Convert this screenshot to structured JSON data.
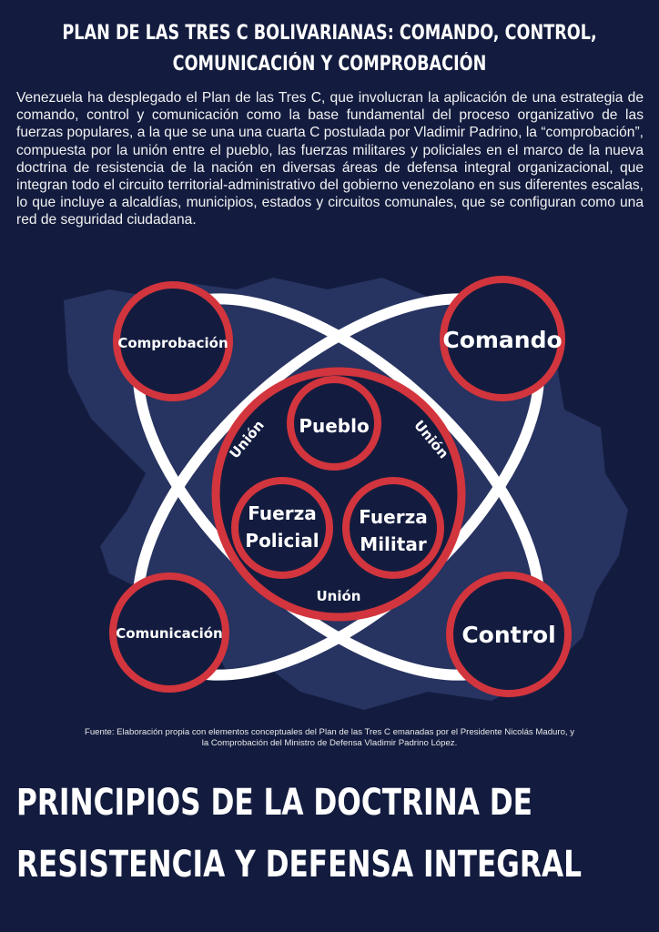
{
  "header": {
    "title_line1": "PLAN DE LAS TRES C BOLIVARIANAS: COMANDO, CONTROL,",
    "title_line2": "COMUNICACIÓN Y COMPROBACIÓN"
  },
  "intro": "Venezuela ha desplegado el Plan de las Tres C, que involucran la aplicación de una estrategia de comando, control y comunicación como la base fundamental del proceso organizativo de las fuerzas populares, a la que se una una cuarta C postulada por Vladimir Padrino, la “comprobación”, compuesta por la unión entre el pueblo, las fuerzas militares y policiales en el marco de la nueva doctrina de resistencia de la nación en diversas áreas de defensa integral organizacional, que integran todo el circuito territorial-administrativo del gobierno venezolano en sus diferentes escalas, lo que incluye a alcaldías, municipios, estados y circuitos comunales, que se configuran como una red de seguridad ciudadana.",
  "diagram": {
    "outer": {
      "comprobacion": "Comprobación",
      "comando": "Comando",
      "comunicacion": "Comunicación",
      "control": "Control"
    },
    "inner": {
      "pueblo": "Pueblo",
      "policial_1": "Fuerza",
      "policial_2": "Policial",
      "militar_1": "Fuerza",
      "militar_2": "Militar"
    },
    "union": "Unión"
  },
  "source_line1": "Fuente: Elaboración propia con elementos conceptuales del Plan de las Tres C emanadas por el Presidente Nicolás Maduro, y",
  "source_line2": "la Comprobación del Ministro de Defensa Vladimir Padrino López.",
  "section": {
    "line1": "PRINCIPIOS DE LA DOCTRINA DE",
    "line2": "RESISTENCIA Y DEFENSA INTEGRAL"
  },
  "colors": {
    "background": "#131c3f",
    "red": "#d2353d",
    "circle_fill": "#131c3f",
    "map": "#2b3766",
    "ring": "#ffffff"
  }
}
